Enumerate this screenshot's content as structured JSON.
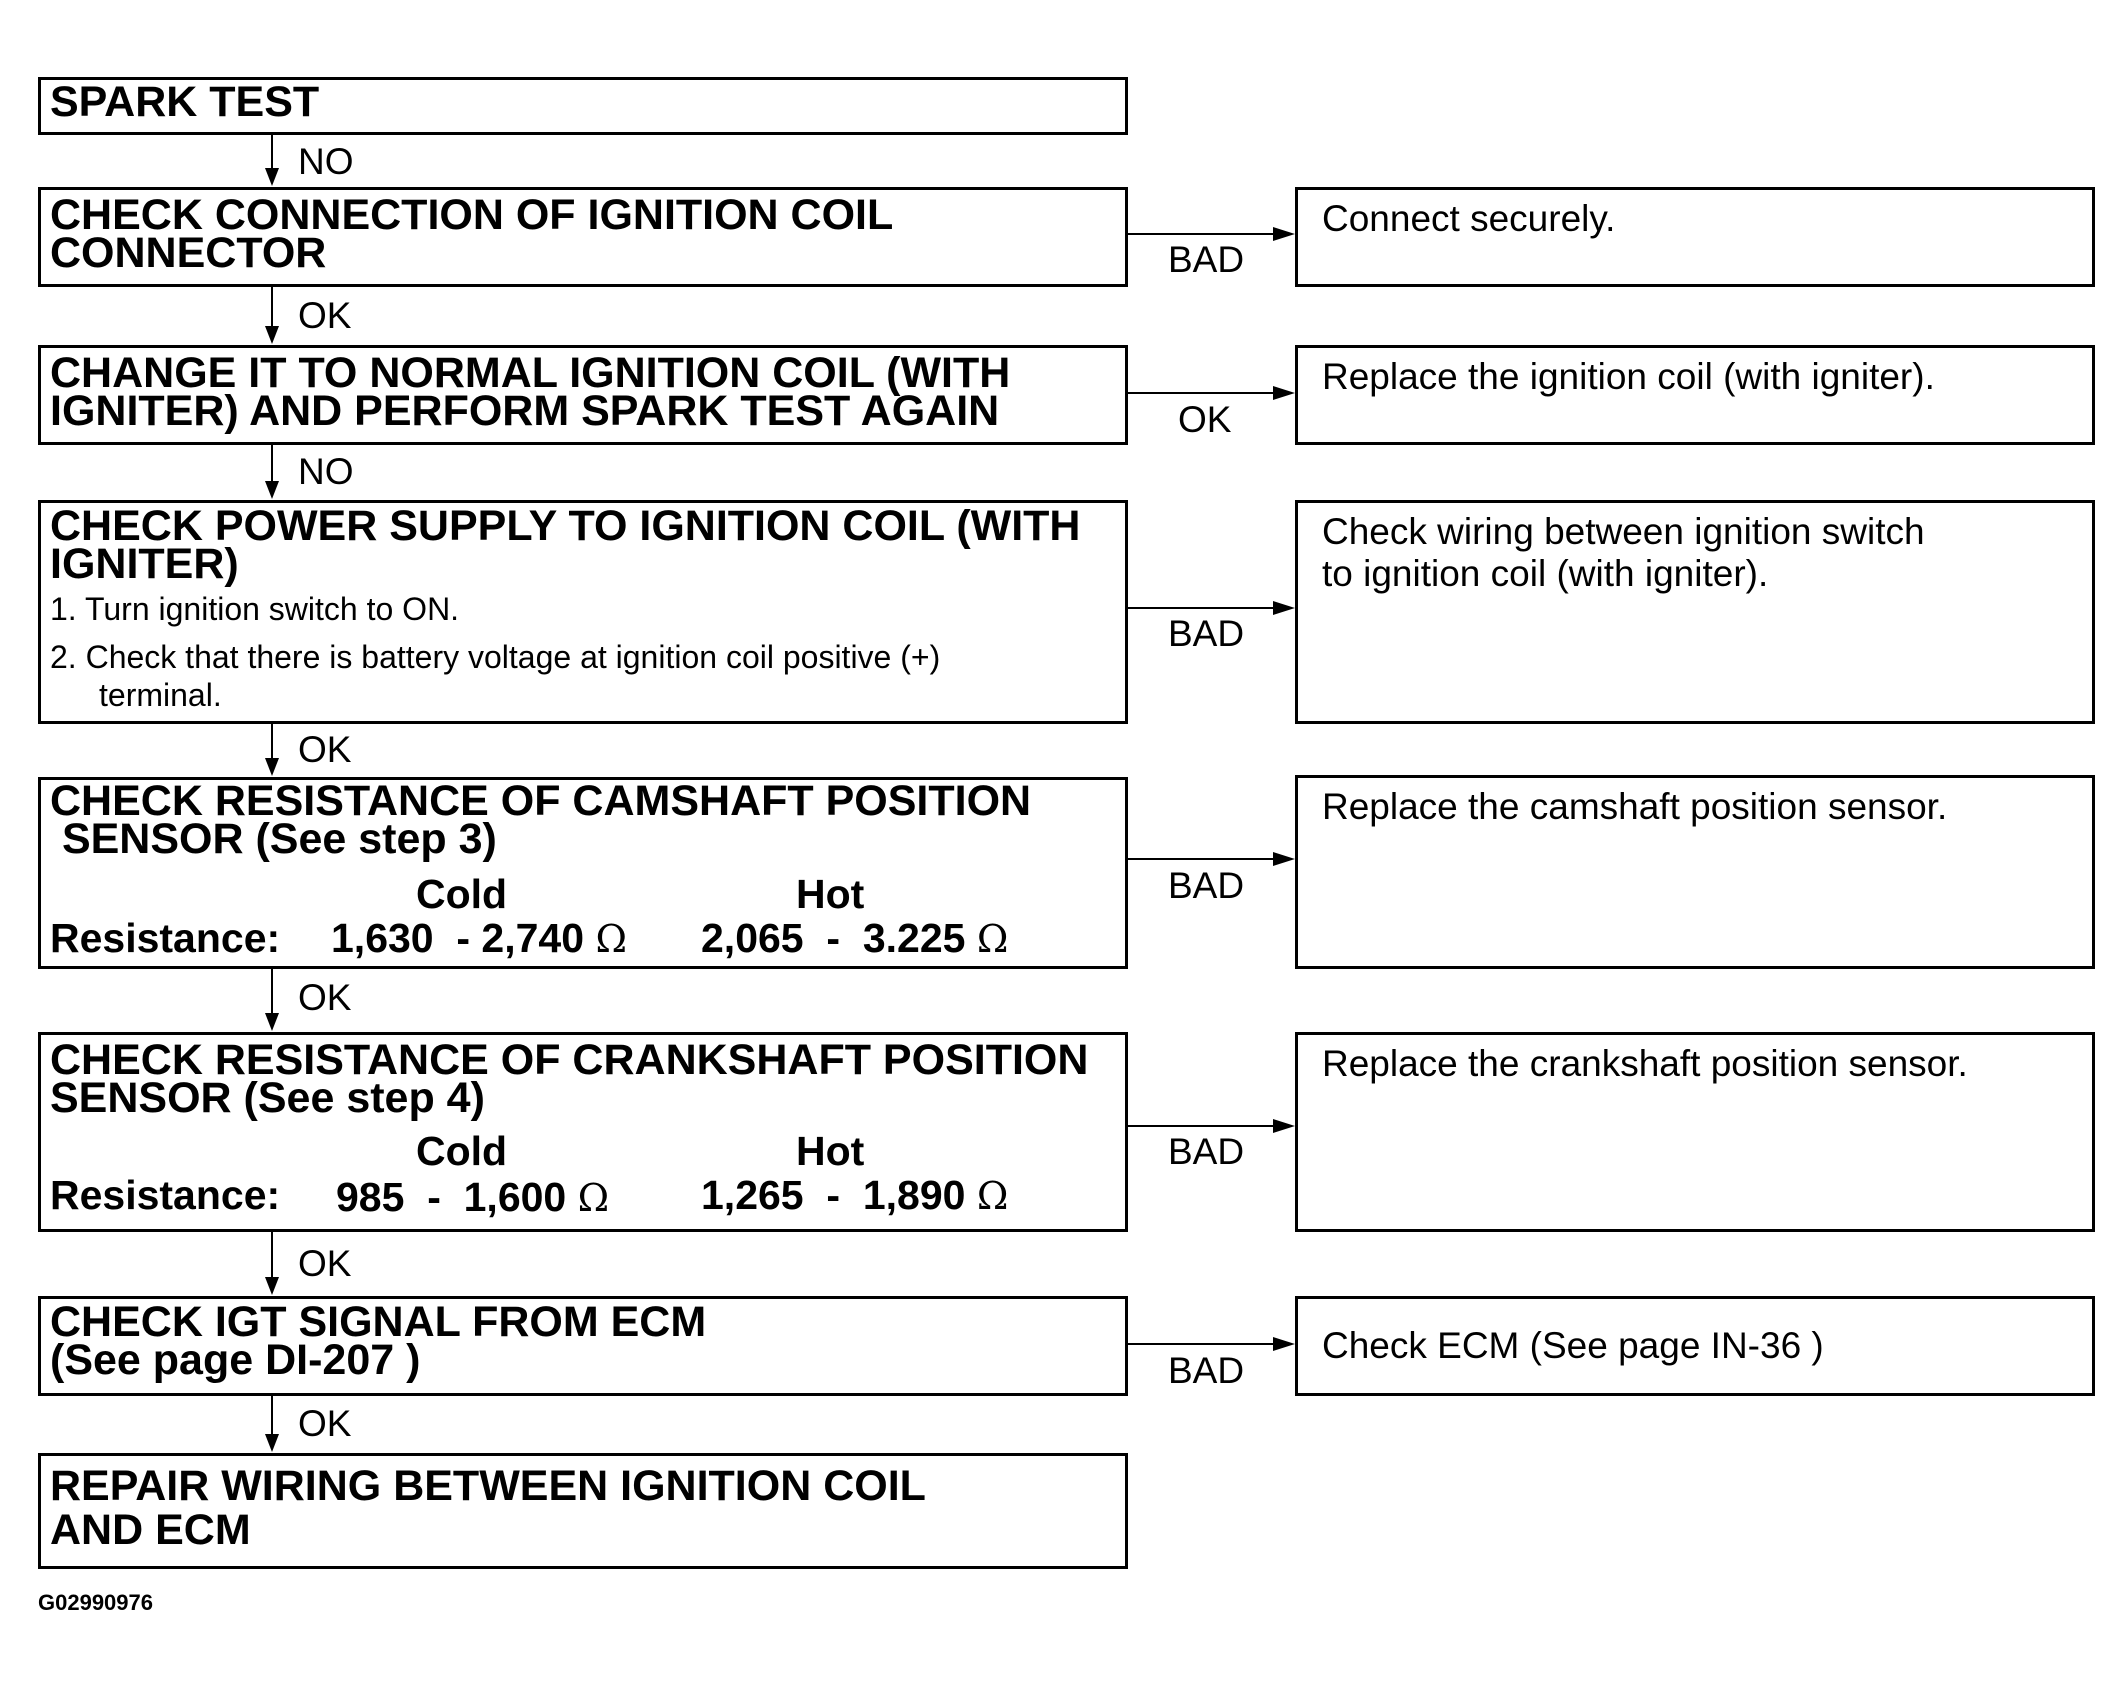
{
  "boxes": {
    "spark_test": "SPARK TEST",
    "check_connection": "CHECK CONNECTION OF IGNITION COIL\nCONNECTOR",
    "change_coil": "CHANGE IT TO NORMAL IGNITION COIL (WITH\nIGNITER) AND PERFORM SPARK TEST AGAIN",
    "power_supply": {
      "title": "CHECK POWER SUPPLY TO IGNITION COIL (WITH\nIGNITER)",
      "step1": "1. Turn ignition switch to ON.",
      "step2": "2. Check that there is battery voltage at ignition coil positive (+)",
      "step2_cont": "terminal."
    },
    "camshaft": {
      "title": "CHECK RESISTANCE OF CAMSHAFT POSITION\n SENSOR (See step 3)",
      "cold": "Cold",
      "hot": "Hot",
      "label": "Resistance:",
      "cold_range": "1,630  - 2,740",
      "hot_range": "2,065  -  3.225",
      "unit": "Ω"
    },
    "crankshaft": {
      "title": "CHECK RESISTANCE OF CRANKSHAFT POSITION\nSENSOR (See step 4)",
      "cold": "Cold",
      "hot": "Hot",
      "label": "Resistance:",
      "cold_range": "985  -  1,600",
      "hot_range": "1,265  -  1,890",
      "unit": "Ω"
    },
    "igt_signal": "CHECK IGT SIGNAL FROM ECM\n(See page DI-207 )",
    "repair_wiring": "REPAIR WIRING BETWEEN IGNITION COIL\nAND ECM"
  },
  "actions": {
    "connect": "Connect securely.",
    "replace_coil": "Replace the ignition coil (with igniter).",
    "check_wiring": "Check wiring between ignition switch\nto ignition coil (with igniter).",
    "replace_cam": "Replace the camshaft position sensor.",
    "replace_crank": "Replace the crankshaft position sensor.",
    "check_ecm": "Check ECM (See page IN-36 )"
  },
  "flow_labels": {
    "down1": "NO",
    "down2": "OK",
    "down3": "NO",
    "down4": "OK",
    "down5": "OK",
    "down6": "OK",
    "down7": "OK",
    "right1": "BAD",
    "right2": "OK",
    "right3": "BAD",
    "right4": "BAD",
    "right5": "BAD",
    "right6": "BAD"
  },
  "figure_id": "G02990976"
}
